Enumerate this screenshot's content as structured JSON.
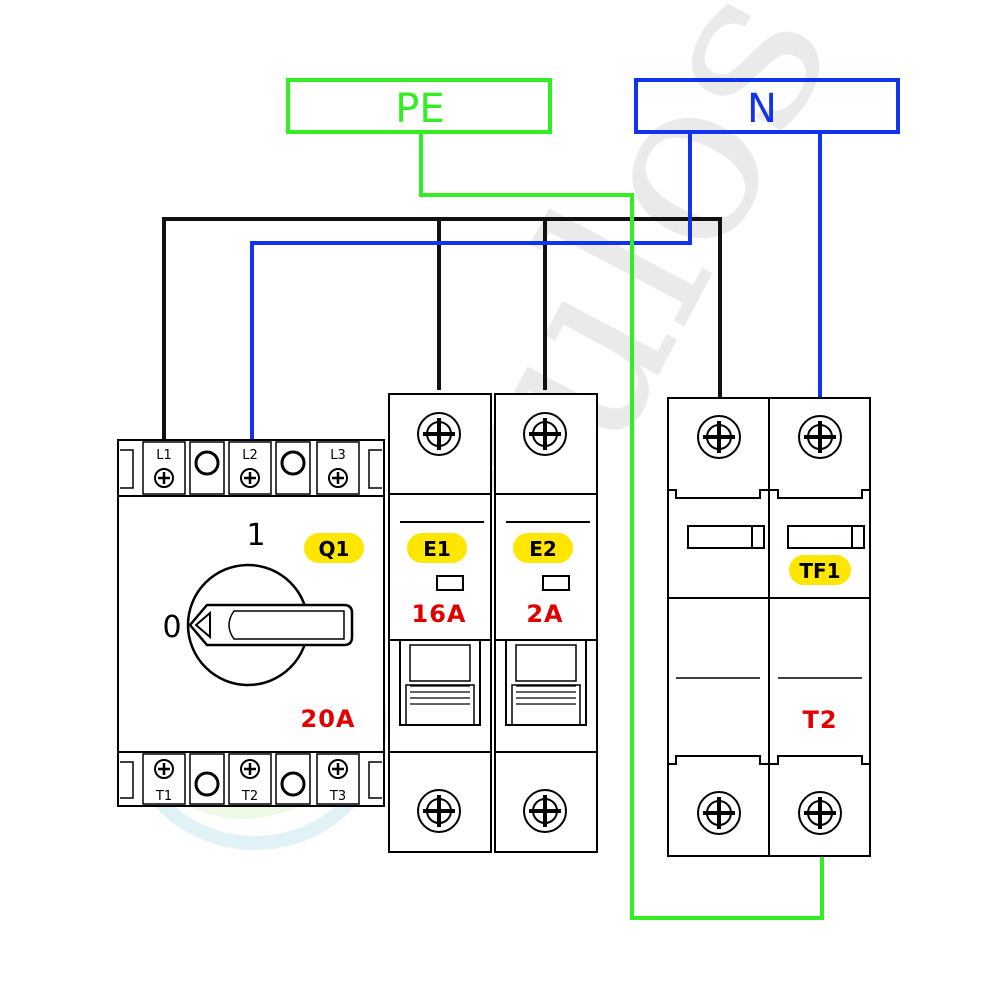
{
  "buses": {
    "pe": {
      "label": "PE",
      "color": "#33ee22"
    },
    "n": {
      "label": "N",
      "color": "#1133ee"
    }
  },
  "wires": {
    "phase_color": "#111111",
    "neutral_color": "#1133ee",
    "earth_color": "#33ee22"
  },
  "q1": {
    "tag": "Q1",
    "rating": "20A",
    "position_on": "1",
    "position_off": "0",
    "terminals_top": [
      "L1",
      "L2",
      "L3"
    ],
    "terminals_bottom": [
      "T1",
      "T2",
      "T3"
    ]
  },
  "e1": {
    "tag": "E1",
    "rating": "16A"
  },
  "e2": {
    "tag": "E2",
    "rating": "2A"
  },
  "tf1": {
    "tag": "TF1",
    "rating": "T2"
  },
  "colors": {
    "tag_fill": "#ffe600",
    "rating_text": "#e00000",
    "outline": "#000000"
  }
}
